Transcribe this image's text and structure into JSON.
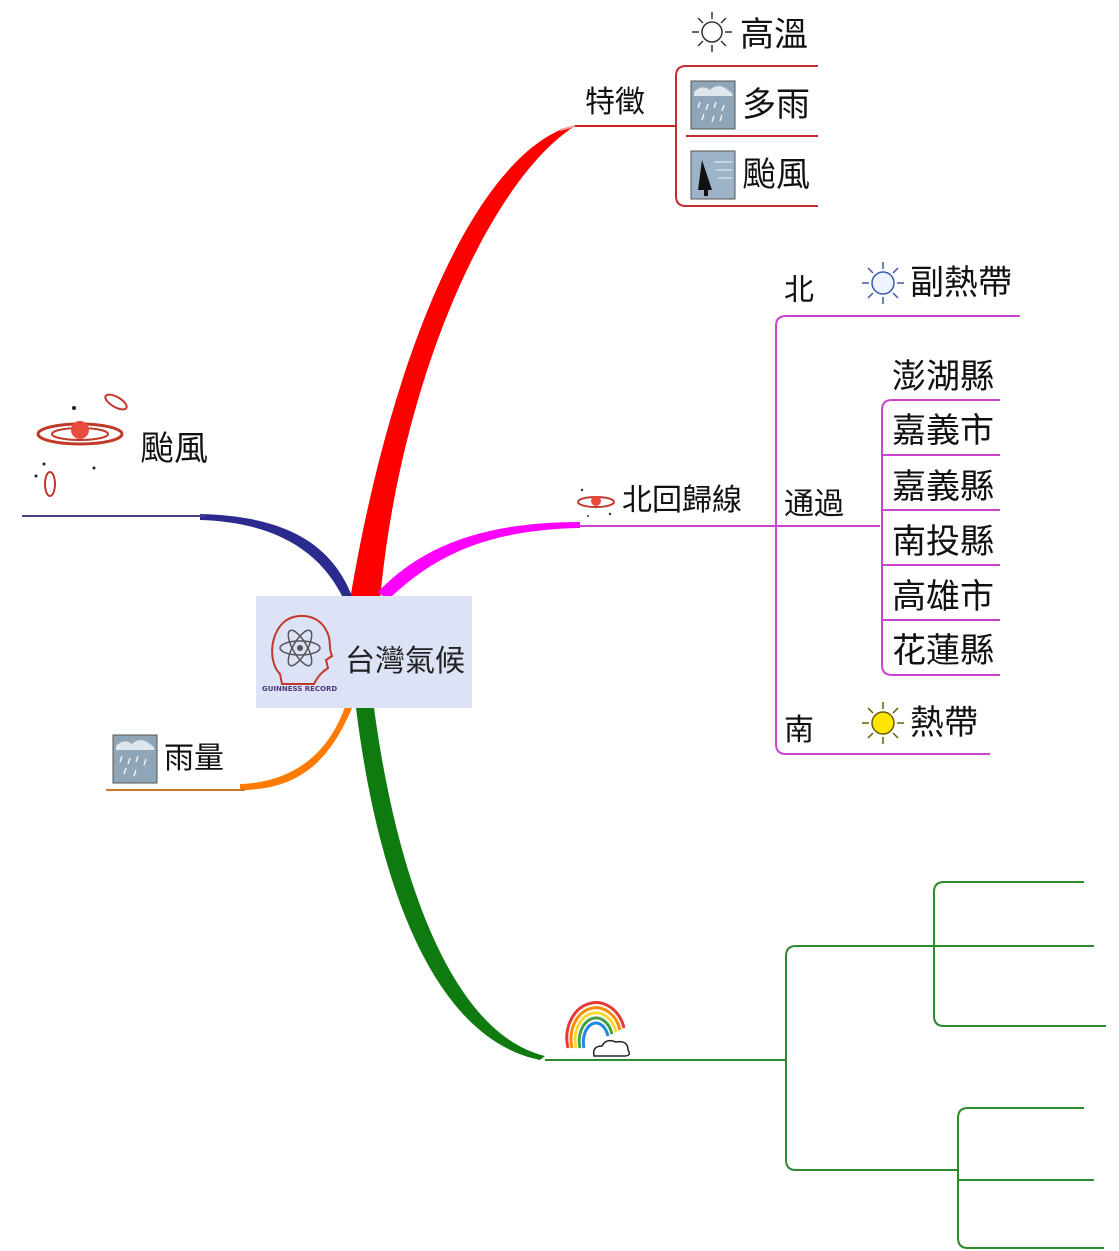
{
  "center": {
    "title": "台灣氣候",
    "logo_caption": "GUINNESS RECORD",
    "logo_icon": "atom-head-icon"
  },
  "colors": {
    "feature": "#ff0000",
    "tropic": "#ff00ff",
    "typhoon": "#2b2b8f",
    "rain": "#ff7a00",
    "rainbow": "#0f7a0f"
  },
  "branches": {
    "features": {
      "label": "特徵",
      "items": [
        {
          "label": "高溫",
          "icon": "sun-icon"
        },
        {
          "label": "多雨",
          "icon": "rain-cloud-icon"
        },
        {
          "label": "颱風",
          "icon": "windy-tree-icon"
        }
      ]
    },
    "tropic": {
      "label": "北回歸線",
      "icon": "typhoon-icon",
      "north": {
        "label": "北",
        "item": {
          "label": "副熱帶",
          "icon": "sun-icon"
        }
      },
      "pass": {
        "label": "通過",
        "items": [
          "澎湖縣",
          "嘉義市",
          "嘉義縣",
          "南投縣",
          "高雄市",
          "花蓮縣"
        ]
      },
      "south": {
        "label": "南",
        "item": {
          "label": "熱帶",
          "icon": "yellow-sun-icon"
        }
      }
    },
    "typhoon": {
      "label": "颱風",
      "icon": "typhoon-swirl-icon"
    },
    "rain": {
      "label": "雨量",
      "icon": "rain-cloud-icon"
    },
    "rainbow": {
      "icon": "rainbow-icon"
    }
  }
}
